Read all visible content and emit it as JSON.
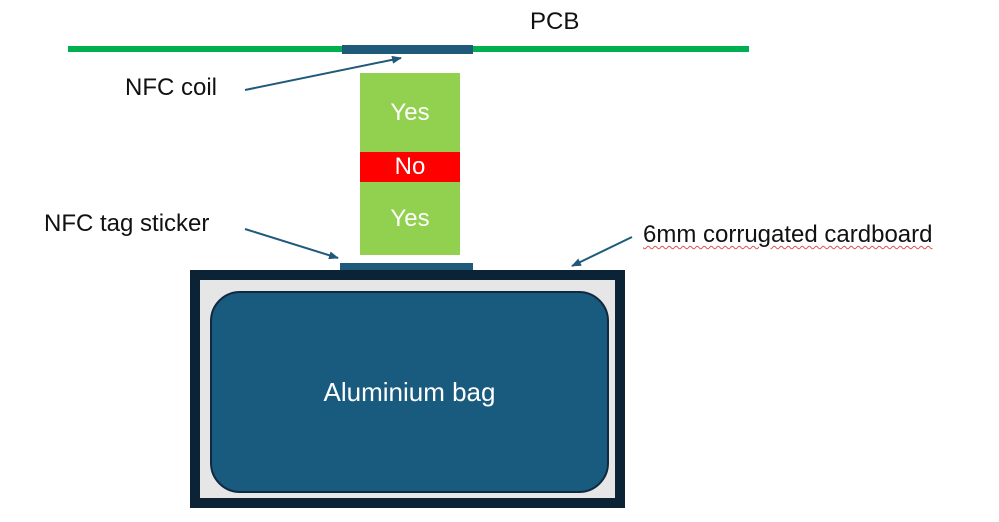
{
  "labels": {
    "pcb": "PCB",
    "nfc_coil": "NFC coil",
    "nfc_tag_sticker": "NFC tag sticker",
    "cardboard": "6mm corrugated cardboard",
    "aluminium_bag": "Aluminium bag"
  },
  "zones": [
    {
      "id": "top",
      "label": "Yes",
      "result": "pass"
    },
    {
      "id": "middle",
      "label": "No",
      "result": "fail"
    },
    {
      "id": "bottom",
      "label": "Yes",
      "result": "pass"
    }
  ],
  "colors": {
    "pcb": "#00b050",
    "coil": "#1f5a7a",
    "yes": "#92d050",
    "no": "#ff0000",
    "tag": "#1f5a7a",
    "cardboard": "#e6e6e6",
    "box_border": "#0c2235",
    "bag": "#195b7e",
    "arrow": "#1f5a7a"
  }
}
